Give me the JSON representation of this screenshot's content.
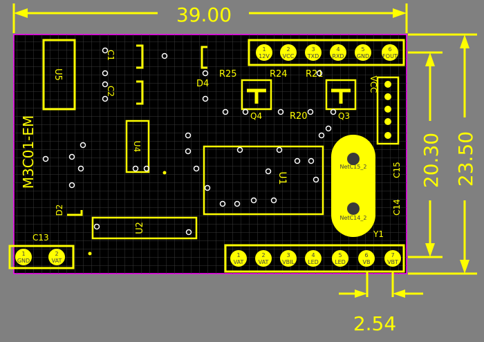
{
  "dimensions": {
    "width": "39.00",
    "height_inner": "20.30",
    "height_outer": "23.50",
    "pitch": "2.54"
  },
  "designators": {
    "board": "M3C01-EM",
    "u5": "U5",
    "c1": "C1",
    "c2": "C2",
    "r25": "R25",
    "d4": "D4",
    "r24": "R24",
    "r21": "R21",
    "q4": "Q4",
    "r20": "R20",
    "q3": "Q3",
    "vcc": "VCC",
    "u4": "U4",
    "u1": "U1",
    "c15": "C15",
    "c14": "C14",
    "y1": "Y1",
    "d2": "D2",
    "u2": "U2",
    "c13": "C13"
  },
  "top_header": {
    "pins": [
      {
        "num": "1",
        "label": "12V"
      },
      {
        "num": "2",
        "label": "VCC"
      },
      {
        "num": "3",
        "label": "TXD"
      },
      {
        "num": "4",
        "label": "RXD"
      },
      {
        "num": "5",
        "label": "GND"
      },
      {
        "num": "6",
        "label": "FOUT"
      }
    ]
  },
  "bottom_header": {
    "pins": [
      {
        "num": "1",
        "label": "VAT"
      },
      {
        "num": "2",
        "label": "VAT"
      },
      {
        "num": "3",
        "label": "VBIL"
      },
      {
        "num": "4",
        "label": "LED"
      },
      {
        "num": "5",
        "label": "LED"
      },
      {
        "num": "6",
        "label": "VB"
      },
      {
        "num": "7",
        "label": "VBT"
      }
    ]
  },
  "left_header": {
    "pins": [
      {
        "num": "1",
        "label": "GND"
      },
      {
        "num": "2",
        "label": "VAT"
      }
    ]
  },
  "crystal_nets": {
    "pad1": "NetC14_2",
    "pad2": "NetC15_2"
  }
}
